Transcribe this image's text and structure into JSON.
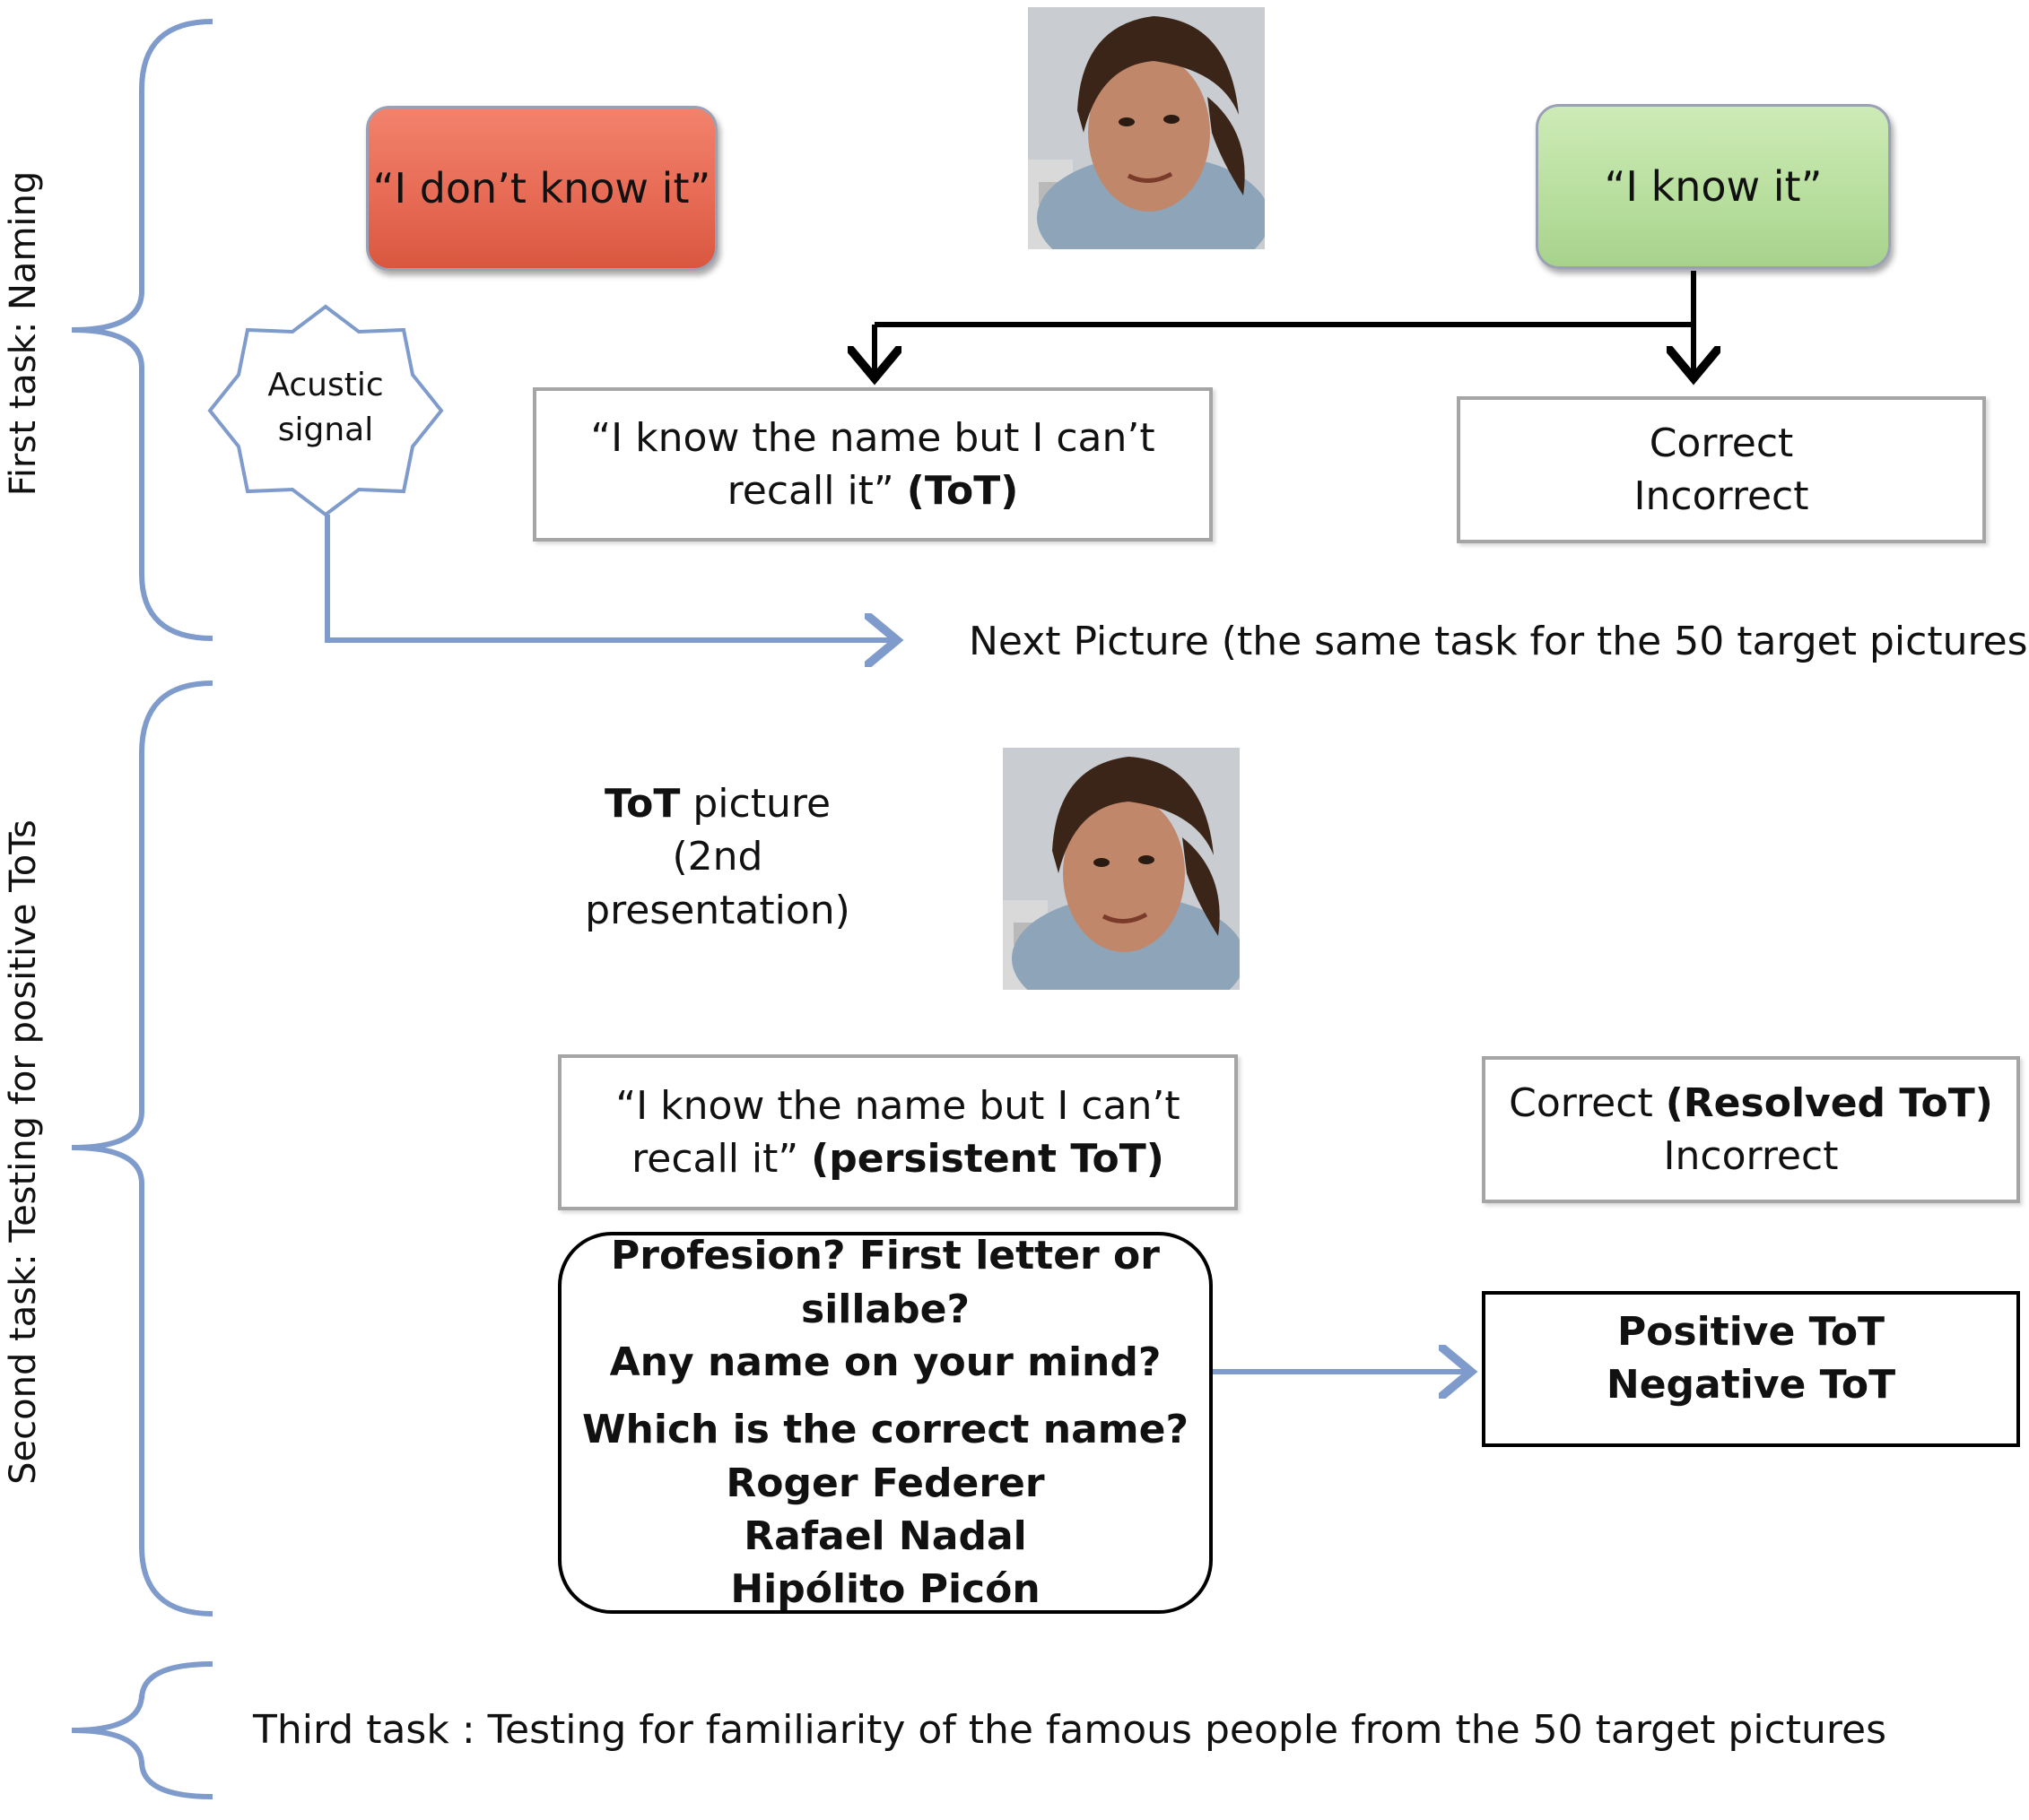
{
  "task1": {
    "label": "First task: Naming",
    "dont_know": "“I don’t know it”",
    "know": "“I  know it”",
    "acoustic": [
      "Acustic",
      "signal"
    ],
    "tot_box": {
      "line1": "“I know the name but I can’t",
      "line2_plain": "recall it” ",
      "line2_bold": "(ToT)"
    },
    "correct_box": [
      "Correct",
      "Incorrect"
    ],
    "next_picture": "Next Picture (the same task for the 50 target pictures)"
  },
  "task2": {
    "label": "Second task: Testing for positive ToTs",
    "tot_picture": {
      "bold": "ToT",
      "rest1": " picture (2nd",
      "line2": "presentation)"
    },
    "persistent_box": {
      "line1": "“I know the name but I can’t",
      "line2_plain": "recall it” ",
      "line2_bold": "(persistent ToT)"
    },
    "resolved_box": {
      "line1_plain": "Correct ",
      "line1_bold": "(Resolved ToT)",
      "line2": "Incorrect"
    },
    "questions": [
      "Profesion? First letter or sillabe?",
      "Any name on your mind?",
      "Which is the correct name?",
      "Roger Federer",
      "Rafael Nadal",
      "Hipólito Picón"
    ],
    "result_box": [
      "Positive ToT",
      "Negative ToT"
    ]
  },
  "task3": {
    "label": "Third task : Testing for familiarity  of the famous people  from  the 50 target  pictures"
  },
  "colors": {
    "brace": "#7f9bcc",
    "arrow_blue": "#7f9bcc",
    "red_button": "#e76b55",
    "green_button": "#b9df9f",
    "grey_border": "#a5a5a5",
    "black": "#000000"
  }
}
